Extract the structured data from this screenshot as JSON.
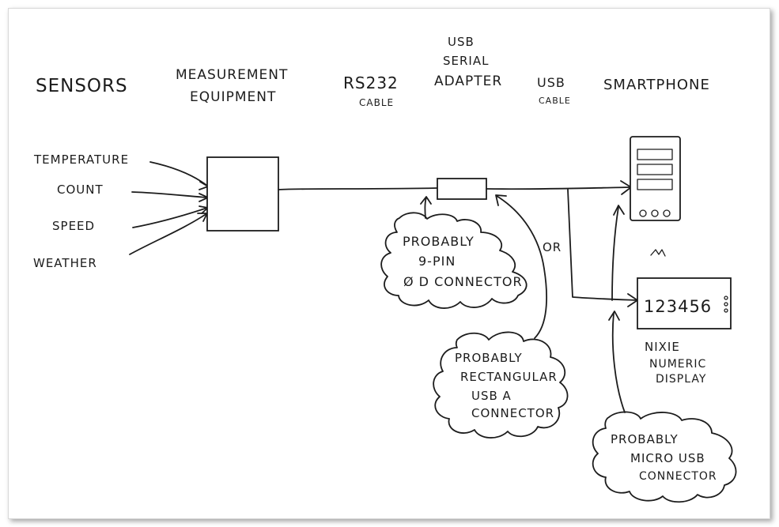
{
  "headers": {
    "sensors": "SENSORS",
    "measurement_line1": "MEASUREMENT",
    "measurement_line2": "EQUIPMENT",
    "rs232_line1": "RS232",
    "rs232_line2": "CABLE",
    "usb_adapter_line1": "USB",
    "usb_adapter_line2": "SERIAL",
    "usb_adapter_line3": "ADAPTER",
    "usb_cable_line1": "USB",
    "usb_cable_line2": "CABLE",
    "smartphone": "SMARTPHONE"
  },
  "sensors": [
    "TEMPERATURE",
    "COUNT",
    "SPEED",
    "WEATHER"
  ],
  "or_label": "OR",
  "display": {
    "digits": "123456",
    "label_line1": "NIXIE",
    "label_line2": "NUMERIC",
    "label_line3": "DISPLAY"
  },
  "clouds": {
    "nine_pin": [
      "PROBABLY",
      "9-PIN",
      "Ø D CONNECTOR"
    ],
    "usb_a": [
      "PROBABLY",
      "RECTANGULAR",
      "USB A",
      "CONNECTOR"
    ],
    "micro_usb": [
      "PROBABLY",
      "MICRO USB",
      "CONNECTOR"
    ]
  }
}
